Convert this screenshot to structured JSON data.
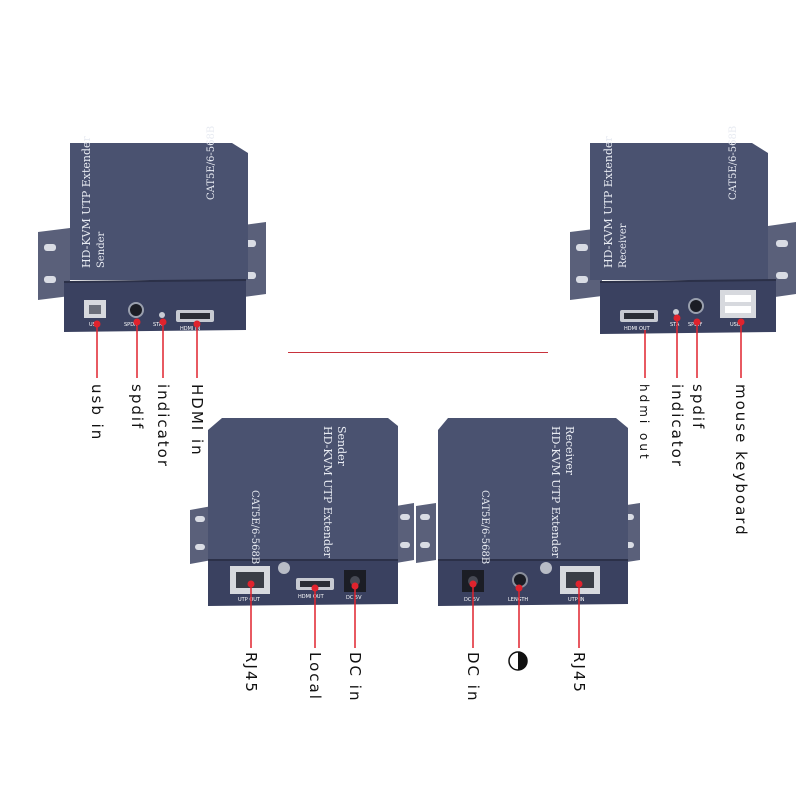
{
  "colors": {
    "device_top": "#4a5270",
    "device_front": "#3a4160",
    "device_dark": "#2b3048",
    "flange": "#5a607a",
    "pointer": "#e0232d",
    "divider": "#c8323c"
  },
  "devices": {
    "sender_top": {
      "title": "HD-KVM UTP Extender",
      "role": "Sender",
      "cable_spec": "CAT5E/6-568B",
      "ports": [
        "USB",
        "SPDIF",
        "STA",
        "HDMI IN"
      ]
    },
    "receiver_top": {
      "title": "HD-KVM UTP Extender",
      "role": "Receiver",
      "cable_spec": "CAT5E/6-568B",
      "ports": [
        "HDMI OUT",
        "STA",
        "SPDIF",
        "USB"
      ]
    },
    "sender_bottom": {
      "title": "HD-KVM UTP Extender",
      "role": "Sender",
      "cable_spec": "CAT5E/6-568B",
      "ports": [
        "UTP OUT",
        "HDMI OUT",
        "DC 5V"
      ]
    },
    "receiver_bottom": {
      "title": "HD-KVM UTP Extender",
      "role": "Receiver",
      "cable_spec": "CAT5E/6-568B",
      "ports": [
        "DC 5V",
        "LENGTH",
        "UTP IN"
      ]
    }
  },
  "labels": {
    "top_left": [
      "usb in",
      "spdif",
      "indicator",
      "HDMI in"
    ],
    "top_right": [
      "hdmi out",
      "indicator",
      "spdif",
      "mouse keyboard"
    ],
    "bottom_left": [
      "RJ45",
      "Local",
      "DC in"
    ],
    "bottom_right": [
      "DC in",
      "RJ45"
    ]
  },
  "icons": {
    "length_knob": "half-filled-circle-icon"
  }
}
